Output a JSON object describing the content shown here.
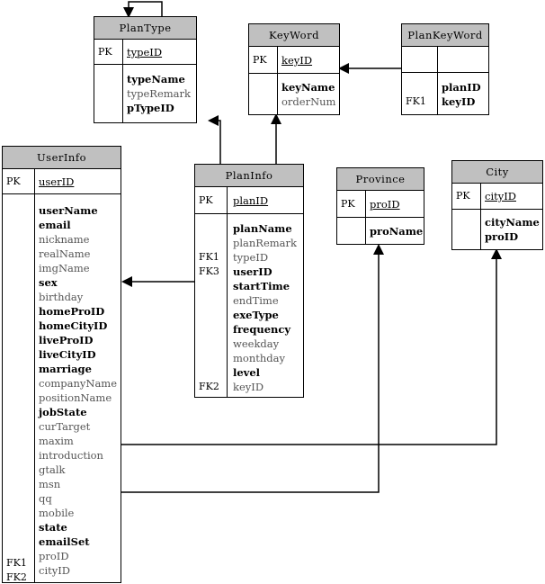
{
  "entities": {
    "plantype": {
      "title": "PlanType",
      "pk_label": "PK",
      "pk_field": "typeID",
      "fields": [
        {
          "name": "typeName",
          "bold": true
        },
        {
          "name": "typeRemark",
          "bold": false
        },
        {
          "name": "pTypeID",
          "bold": true
        }
      ]
    },
    "keyword": {
      "title": "KeyWord",
      "pk_label": "PK",
      "pk_field": "keyID",
      "fields": [
        {
          "name": "keyName",
          "bold": true
        },
        {
          "name": "orderNum",
          "bold": false
        }
      ]
    },
    "plankeyword": {
      "title": "PlanKeyWord",
      "pk_label": "",
      "pk_field": "",
      "fk_label": "FK1",
      "fields": [
        {
          "name": "planID",
          "bold": true
        },
        {
          "name": "keyID",
          "bold": true
        }
      ]
    },
    "userinfo": {
      "title": "UserInfo",
      "pk_label": "PK",
      "pk_field": "userID",
      "fk1_label": "FK1",
      "fk2_label": "FK2",
      "fields": [
        {
          "name": "userName",
          "bold": true
        },
        {
          "name": "email",
          "bold": true
        },
        {
          "name": "nickname",
          "bold": false
        },
        {
          "name": "realName",
          "bold": false
        },
        {
          "name": "imgName",
          "bold": false
        },
        {
          "name": "sex",
          "bold": true
        },
        {
          "name": "birthday",
          "bold": false
        },
        {
          "name": "homeProID",
          "bold": true
        },
        {
          "name": "homeCityID",
          "bold": true
        },
        {
          "name": "liveProID",
          "bold": true
        },
        {
          "name": "liveCityID",
          "bold": true
        },
        {
          "name": "marriage",
          "bold": true
        },
        {
          "name": "companyName",
          "bold": false
        },
        {
          "name": "positionName",
          "bold": false
        },
        {
          "name": "jobState",
          "bold": true
        },
        {
          "name": "curTarget",
          "bold": false
        },
        {
          "name": "maxim",
          "bold": false
        },
        {
          "name": "introduction",
          "bold": false
        },
        {
          "name": "gtalk",
          "bold": false
        },
        {
          "name": "msn",
          "bold": false
        },
        {
          "name": "qq",
          "bold": false
        },
        {
          "name": "mobile",
          "bold": false
        },
        {
          "name": "state",
          "bold": true
        },
        {
          "name": "emailSet",
          "bold": true
        },
        {
          "name": "proID",
          "bold": false
        },
        {
          "name": "cityID",
          "bold": false
        }
      ]
    },
    "planinfo": {
      "title": "PlanInfo",
      "pk_label": "PK",
      "pk_field": "planID",
      "fk1_label": "FK1",
      "fk3_label": "FK3",
      "fk2_label": "FK2",
      "fields": [
        {
          "name": "planName",
          "bold": true
        },
        {
          "name": "planRemark",
          "bold": false
        },
        {
          "name": "typeID",
          "bold": false
        },
        {
          "name": "userID",
          "bold": true
        },
        {
          "name": "startTime",
          "bold": true
        },
        {
          "name": "endTime",
          "bold": false
        },
        {
          "name": "exeType",
          "bold": true
        },
        {
          "name": "frequency",
          "bold": true
        },
        {
          "name": "weekday",
          "bold": false
        },
        {
          "name": "monthday",
          "bold": false
        },
        {
          "name": "level",
          "bold": true
        },
        {
          "name": "keyID",
          "bold": false
        }
      ]
    },
    "province": {
      "title": "Province",
      "pk_label": "PK",
      "pk_field": "proID",
      "fields": [
        {
          "name": "proName",
          "bold": true
        }
      ]
    },
    "city": {
      "title": "City",
      "pk_label": "PK",
      "pk_field": "cityID",
      "fields": [
        {
          "name": "cityName",
          "bold": true
        },
        {
          "name": "proID",
          "bold": true
        }
      ]
    }
  },
  "colors": {
    "header": "#c0c0c0",
    "line": "#000000"
  }
}
